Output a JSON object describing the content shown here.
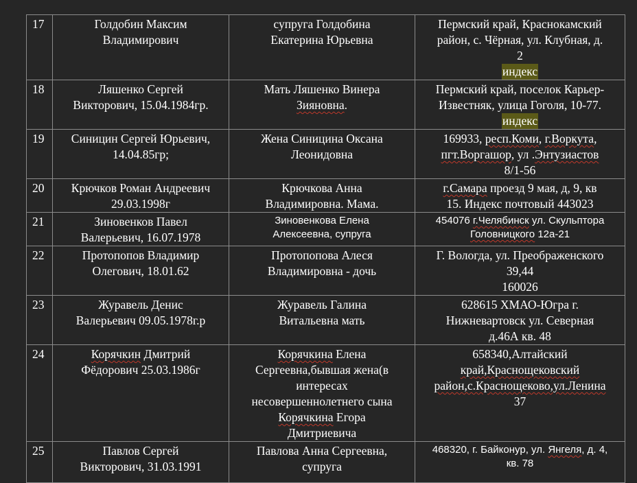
{
  "colors": {
    "background": "#262626",
    "border": "#8c8c8c",
    "highlight": "#5b5a18",
    "spellcheck": "#c0392b"
  },
  "rows": [
    {
      "num": "17",
      "name": [
        "Голдобин Максим",
        "Владимирович"
      ],
      "relative": [
        "супруга Голдобина",
        "Екатерина Юрьевна"
      ],
      "address": [
        "Пермский край, Краснокамский",
        "район, с. Чёрная, ул. Клубная, д.",
        "2"
      ],
      "highlight": "индекс"
    },
    {
      "num": "18",
      "name": [
        "Ляшенко Сергей",
        "Викторович, 15.04.1984гр."
      ],
      "relative_a": "Мать Ляшенко Винера",
      "relative_b": "Зияновна",
      "relative_c": ".",
      "address": [
        "Пермский край, поселок Карьер-",
        "Известняк, улица Гоголя, 10-77."
      ],
      "highlight": "индекс"
    },
    {
      "num": "19",
      "name": [
        "Синицин Сергей Юрьевич,",
        "14.04.85гр;"
      ],
      "relative": [
        "Жена Синицина Оксана",
        "Леонидовна"
      ],
      "address_l1_a": "169933, ",
      "address_l1_b": "респ.Коми",
      "address_l1_c": ", ",
      "address_l1_d": "г.Воркута",
      "address_l1_e": ",",
      "address_l2_a": "пгт.Воргашор",
      "address_l2_b": ",  ул .",
      "address_l2_c": "Энтузиастов",
      "address_l3": "8/1-56"
    },
    {
      "num": "20",
      "name": [
        "Крючков Роман Андреевич",
        "29.03.1998г"
      ],
      "relative": [
        "Крючкова Анна",
        "Владимировна. Мама."
      ],
      "address_l1_a": "г.Самара",
      "address_l1_b": " проезд 9 мая, д, 9, кв",
      "address_l2": "15. Индекс почтовый 443023"
    },
    {
      "num": "21",
      "name": [
        "Зиновенков Павел",
        "Валерьевич, 16.07.1978"
      ],
      "relative": [
        "Зиновенкова Елена",
        "Алексеевна, супруга"
      ],
      "address_l1_a": "454076 ",
      "address_l1_b": "г.Челябинск",
      "address_l1_c": " ул. Скульптора",
      "address_l2_a": "Головницкого",
      "address_l2_b": " 12а-21"
    },
    {
      "num": "22",
      "name": [
        "Протопопов Владимир",
        "Олегович, 18.01.62"
      ],
      "relative": [
        "Протопопова Алеся",
        "Владимировна - дочь"
      ],
      "address": [
        "Г. Вологда, ул. Преображенского",
        "39,44",
        "160026"
      ]
    },
    {
      "num": "23",
      "name": [
        "Журавель Денис",
        "Валерьевич 09.05.1978г.р"
      ],
      "relative": [
        "Журавель Галина",
        "Витальевна мать"
      ],
      "address": [
        "628615 ХМАО-Югра г.",
        "Нижневартовск ул. Северная",
        "д.46А кв. 48"
      ]
    },
    {
      "num": "24",
      "name_l1_a": "Корячкин",
      "name_l1_b": " Дмитрий",
      "name_l2": "Фёдорович 25.03.1986г",
      "relative_l1_a": "Корячкина",
      "relative_l1_b": " Елена",
      "relative_l2": "Сергеевна,бывшая жена(в",
      "relative_l3": "интересах",
      "relative_l4": "несовершеннолетнего сына",
      "relative_l5": "Корячкина",
      "relative_l5_b": " Егора",
      "relative_l6": "Дмитриевича",
      "address_l1": "658340,Алтайский",
      "address_l2": "край,Краснощековский",
      "address_l3": "район,с.Краснощеково,ул.Ленина",
      "address_l4": "37"
    },
    {
      "num": "25",
      "name": [
        "Павлов Сергей",
        "Викторович, 31.03.1991"
      ],
      "relative": [
        "Павлова Анна Сергеевна,",
        "супруга"
      ],
      "address_l1_a": "468320, г. Байконур, ул. ",
      "address_l1_b": "Янгеля",
      "address_l1_c": ", д. 4,",
      "address_l2": "кв. 78"
    }
  ]
}
